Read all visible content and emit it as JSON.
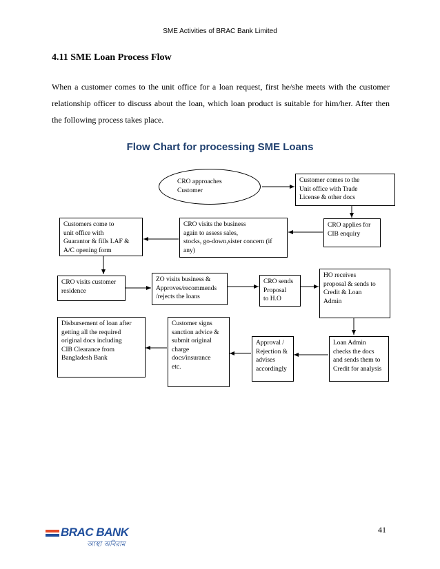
{
  "header": {
    "running_title": "SME Activities of BRAC Bank Limited"
  },
  "section": {
    "title": "4.11 SME Loan Process Flow",
    "intro": "When a customer comes to the unit office for a loan request, first he/she meets with the customer relationship officer to discuss about the loan, which loan product is suitable for him/her. After then the following process takes place."
  },
  "flowchart": {
    "title": "Flow Chart for processing SME Loans",
    "steps": {
      "cro_approaches": "CRO approaches\nCustomer",
      "customer_comes": "Customer comes to the\nUnit office with Trade\nLicense & other docs",
      "cro_applies": "CRO applies for\nCIB enquiry",
      "cro_visits_business": "CRO visits the business\nagain to assess sales,\nstocks, go-down,sister concern (if\nany)",
      "customers_guarantor": "Customers come to\nunit office with\nGuarantor & fills LAF &\nA/C opening form",
      "cro_visits_residence": "CRO visits customer\nresidence",
      "zo_visits": "ZO visits business &\nApproves/recommends\n/rejects the loans",
      "cro_sends": "CRO sends\nProposal\nto H.O",
      "ho_receives": "HO receives\nproposal & sends to\nCredit & Loan\nAdmin",
      "loan_admin": "Loan Admin\nchecks the docs\nand sends them to\nCredit for analysis",
      "approval": "Approval /\nRejection &\nadvises\naccordingly",
      "customer_signs": "Customer signs\nsanction advice &\nsubmit original\ncharge\ndocs/insurance\netc.",
      "disbursement": "Disbursement of loan after\ngetting all the required\noriginal docs including\nCIB Clearance from\nBangladesh Bank"
    }
  },
  "footer": {
    "page_number": "41",
    "logo_text": "BRAC BANK",
    "logo_tagline": "আস্থা অবিরাম"
  }
}
